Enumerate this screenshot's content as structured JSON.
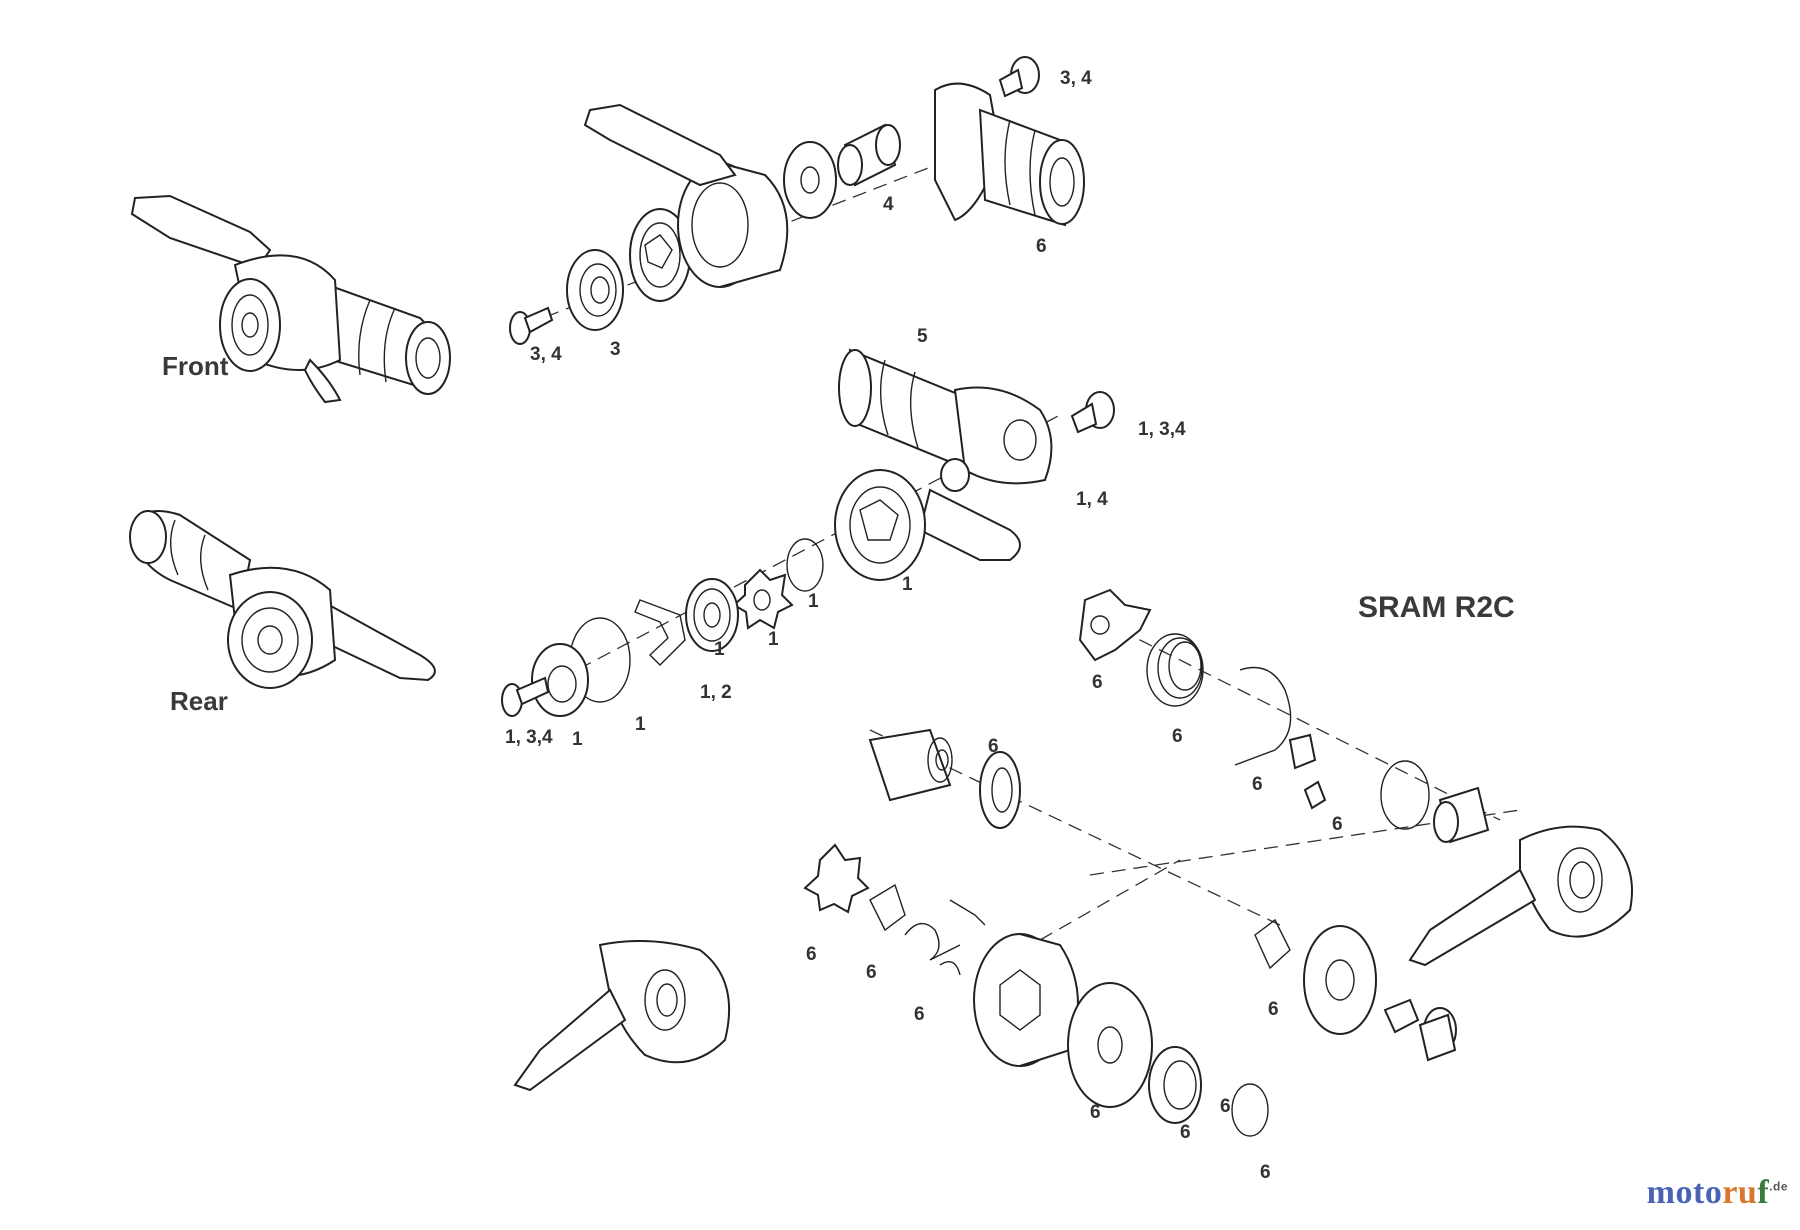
{
  "diagram": {
    "title": "SRAM R2C",
    "views": {
      "front": "Front",
      "rear": "Rear"
    },
    "callouts": {
      "front_screw_top": "3, 4",
      "front_bushing": "4",
      "front_housing": "6",
      "front_screw_cap": "3, 4",
      "front_cap": "3",
      "rear_grip": "5",
      "rear_screw_top": "1, 3,4",
      "rear_clamp": "1, 4",
      "rear_body": "1",
      "rear_ring": "1",
      "rear_washer": "1",
      "rear_gear": "1",
      "rear_clip": "1, 2",
      "rear_oring": "1",
      "rear_cap": "1",
      "rear_screw_bottom": "1, 3,4",
      "r2c_plate": "6",
      "r2c_spring_coil": "6",
      "r2c_spring_wire": "6",
      "r2c_pin": "6",
      "r2c_sleeve": "6",
      "r2c_nut": "6",
      "r2c_star_washer": "6",
      "r2c_clip": "6",
      "r2c_spring_small": "6",
      "r2c_dring": "6",
      "r2c_washer_large": "6",
      "r2c_gear_small": "6",
      "r2c_ring_small": "6"
    }
  },
  "watermark": {
    "part1": "moto",
    "part2": "ru",
    "part3": "f",
    "suffix": ".de"
  }
}
